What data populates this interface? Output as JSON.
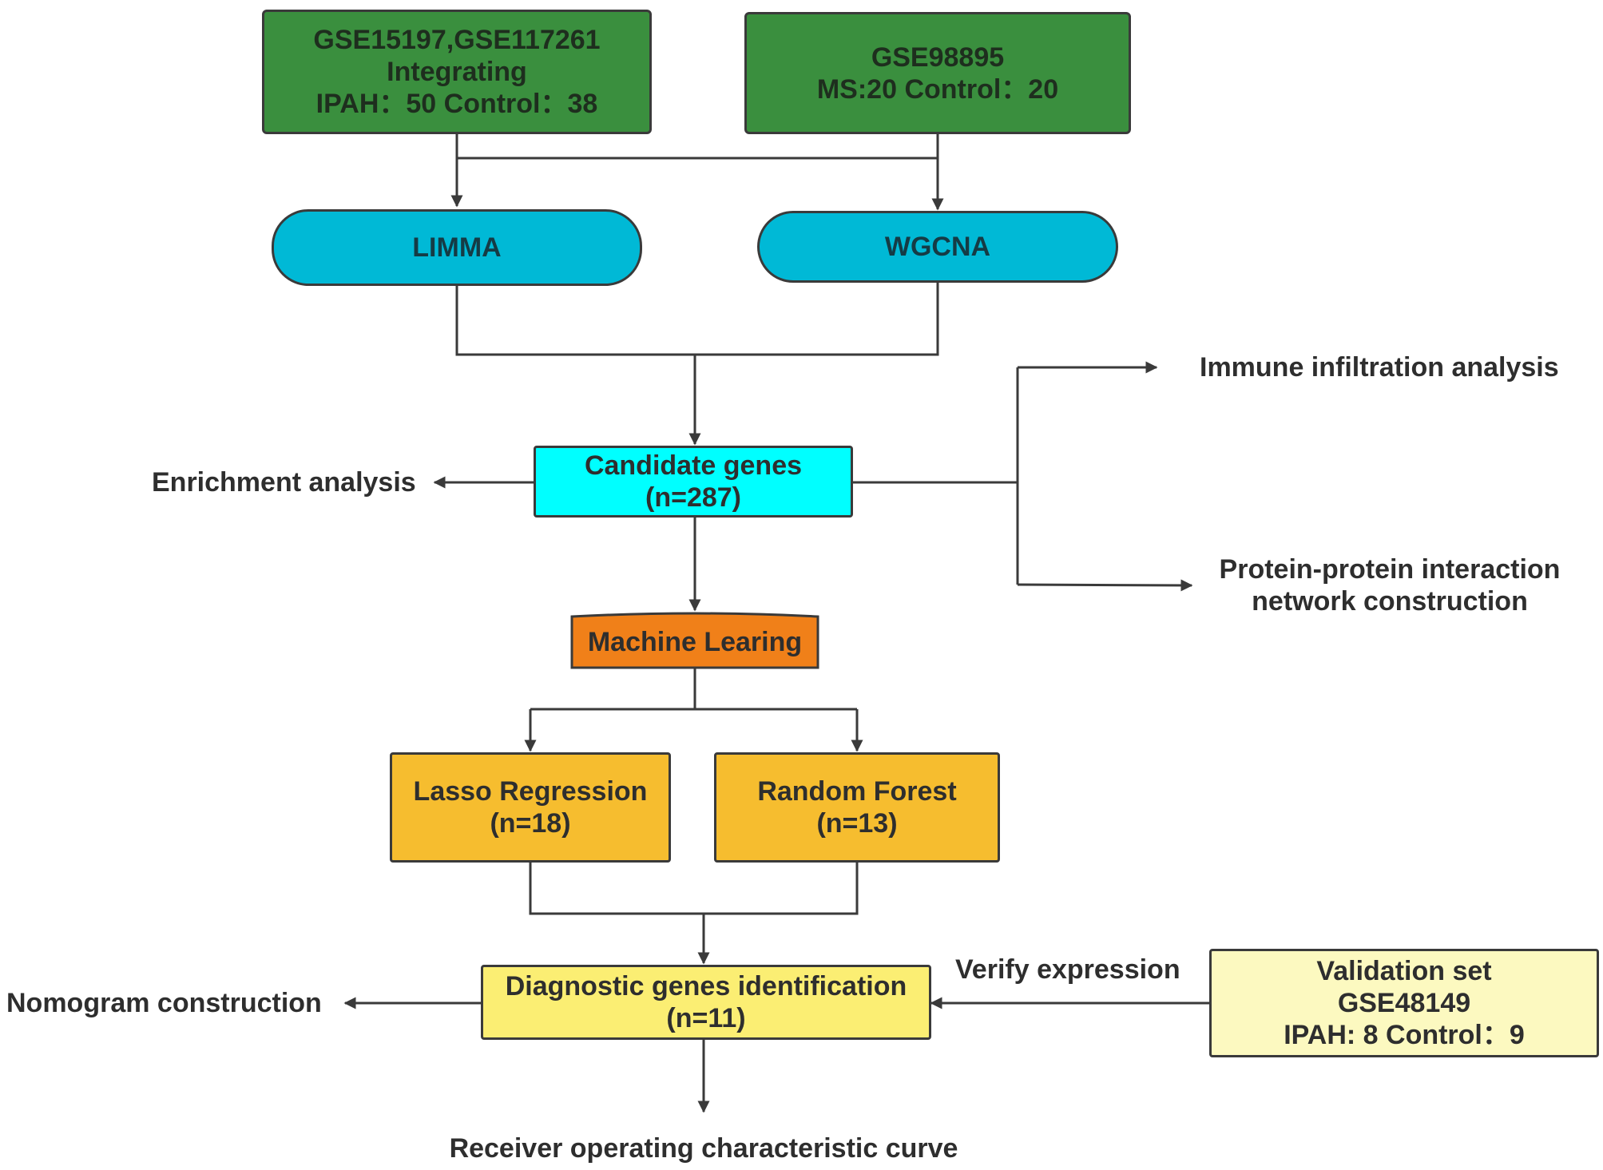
{
  "nodes": {
    "gse_integrating": {
      "lines": [
        "GSE15197,GSE117261",
        "Integrating",
        "IPAH：50 Control：38"
      ],
      "color": "#3a8f3e"
    },
    "gse98895": {
      "lines": [
        "GSE98895",
        "MS:20 Control：20"
      ],
      "color": "#3a8f3e"
    },
    "limma": {
      "label": "LIMMA",
      "color": "#00b9d6"
    },
    "wgcna": {
      "label": "WGCNA",
      "color": "#00b9d6"
    },
    "candidate_genes": {
      "lines": [
        "Candidate genes",
        "(n=287)"
      ],
      "color": "#00ffff"
    },
    "machine_learning": {
      "label": "Machine Learing",
      "color": "#f08019"
    },
    "lasso": {
      "lines": [
        "Lasso Regression",
        "(n=18)"
      ],
      "color": "#f6bd2f"
    },
    "random_forest": {
      "lines": [
        "Random Forest",
        "(n=13)"
      ],
      "color": "#f6bd2f"
    },
    "diagnostic": {
      "lines": [
        "Diagnostic genes identification",
        "(n=11)"
      ],
      "color": "#fbee73"
    },
    "validation": {
      "lines": [
        "Validation set",
        "GSE48149",
        "IPAH: 8 Control：9"
      ],
      "color": "#fcf9c0"
    }
  },
  "outputs": {
    "immune": "Immune infiltration analysis",
    "ppi": [
      "Protein-protein interaction",
      "network construction"
    ],
    "enrichment": "Enrichment analysis",
    "nomogram": "Nomogram construction",
    "roc": "Receiver operating characteristic curve",
    "verify": "Verify expression"
  }
}
